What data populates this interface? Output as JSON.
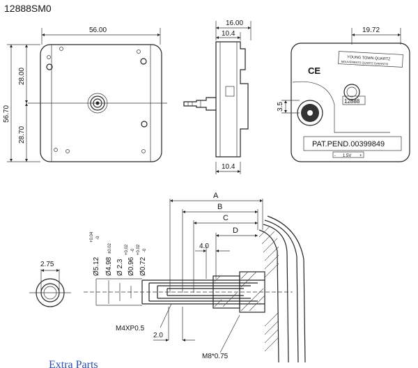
{
  "model": "12888SM0",
  "front_view": {
    "width_label": "56.00",
    "height_label": "56.70",
    "upper_label": "28.00",
    "lower_label": "28.70"
  },
  "side_view": {
    "depth_label": "16.00",
    "body_label": "10.4",
    "bottom_label": "10.4"
  },
  "back_view": {
    "offset_label": "19.72",
    "gear_label": "3.5",
    "ce_mark": "CE",
    "brand_line1": "YOUNG TOWN QUARTZ",
    "brand_line2": "MOUVEMENTS QUARTZ GARANTIS",
    "code": "12888",
    "patent": "PAT.PEND.00399849",
    "battery": "1.5V"
  },
  "shaft_detail": {
    "letters": [
      "A",
      "B",
      "C",
      "D"
    ],
    "diameters": [
      {
        "value": "Ø5.12",
        "tol_plus": "+0.04",
        "tol_minus": "-0"
      },
      {
        "value": "Ø4.98",
        "tol": "±0.02"
      },
      {
        "value": "Ø 2.3"
      },
      {
        "value": "Ø0.96",
        "tol_plus": "+0.02",
        "tol_minus": "-0"
      },
      {
        "value": "Ø0.72",
        "tol_plus": "+0.02",
        "tol_minus": "-0"
      }
    ],
    "length_label": "4.0",
    "endview_label": "2.75",
    "thread_inner": "M4XP0.5",
    "thread_outer": "M8*0.75",
    "bottom_len": "2.0"
  },
  "footer_text": "Extra Parts"
}
